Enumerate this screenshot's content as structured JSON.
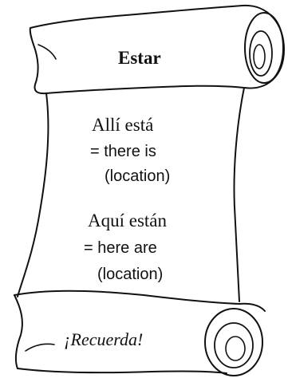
{
  "scroll": {
    "title": "Estar",
    "lines": [
      "Allí está",
      "= there is",
      "(location)",
      "Aquí están",
      "= here are",
      "(location)"
    ],
    "footer": "¡Recuerda!"
  },
  "colors": {
    "ink": "#111111",
    "paper": "#ffffff"
  },
  "icons": {
    "top_curl": "scroll-curl-icon",
    "bottom_curl": "scroll-curl-icon"
  }
}
